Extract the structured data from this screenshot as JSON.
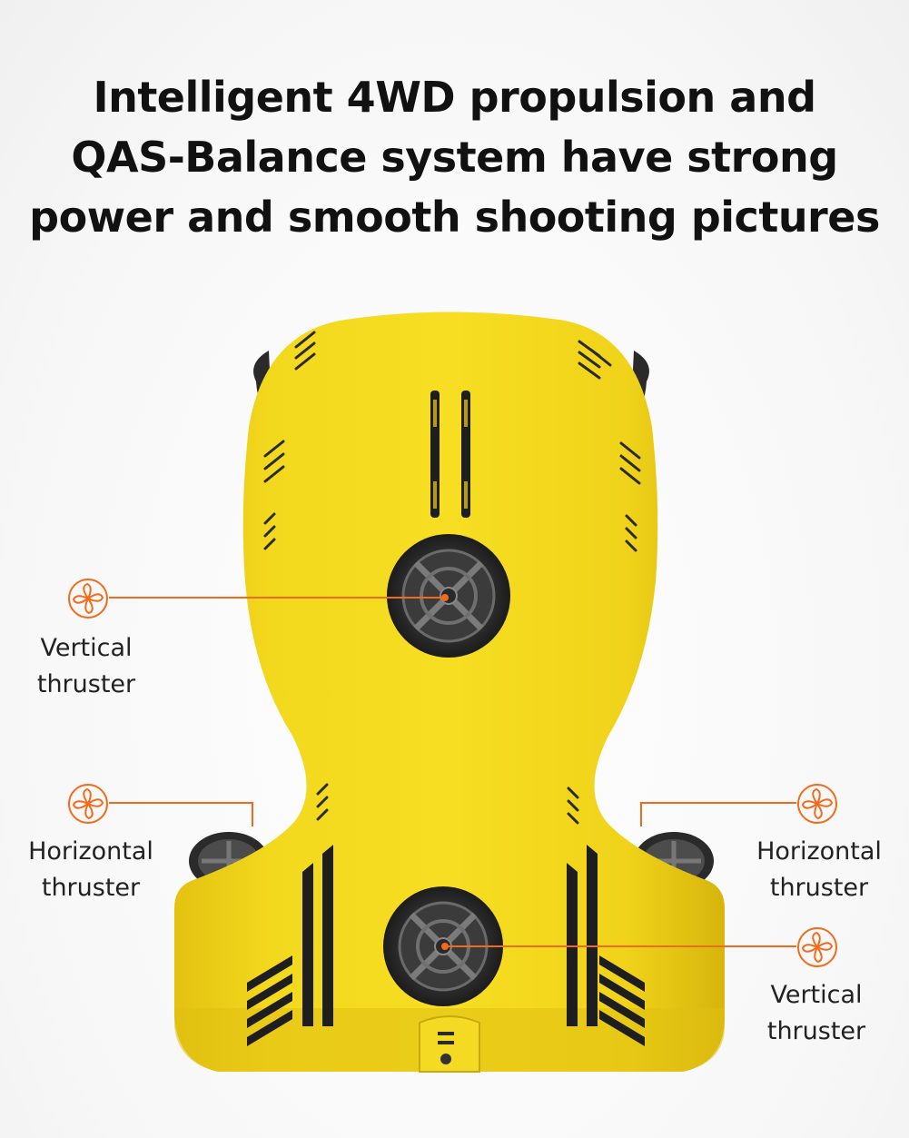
{
  "headline": {
    "line1": "Intelligent 4WD propulsion and",
    "line2": "QAS-Balance system have strong",
    "line3": "power and smooth shooting pictures"
  },
  "callouts": {
    "vertical_top": {
      "line1": "Vertical",
      "line2": "thruster",
      "icon": "fan-icon"
    },
    "horizontal_left": {
      "line1": "Horizontal",
      "line2": "thruster",
      "icon": "fan-icon"
    },
    "horizontal_right": {
      "line1": "Horizontal",
      "line2": "thruster",
      "icon": "fan-icon"
    },
    "vertical_bottom": {
      "line1": "Vertical",
      "line2": "thruster",
      "icon": "fan-icon"
    }
  },
  "colors": {
    "accent": "#f26a1b",
    "body": "#f2d51c",
    "text": "#111111"
  }
}
